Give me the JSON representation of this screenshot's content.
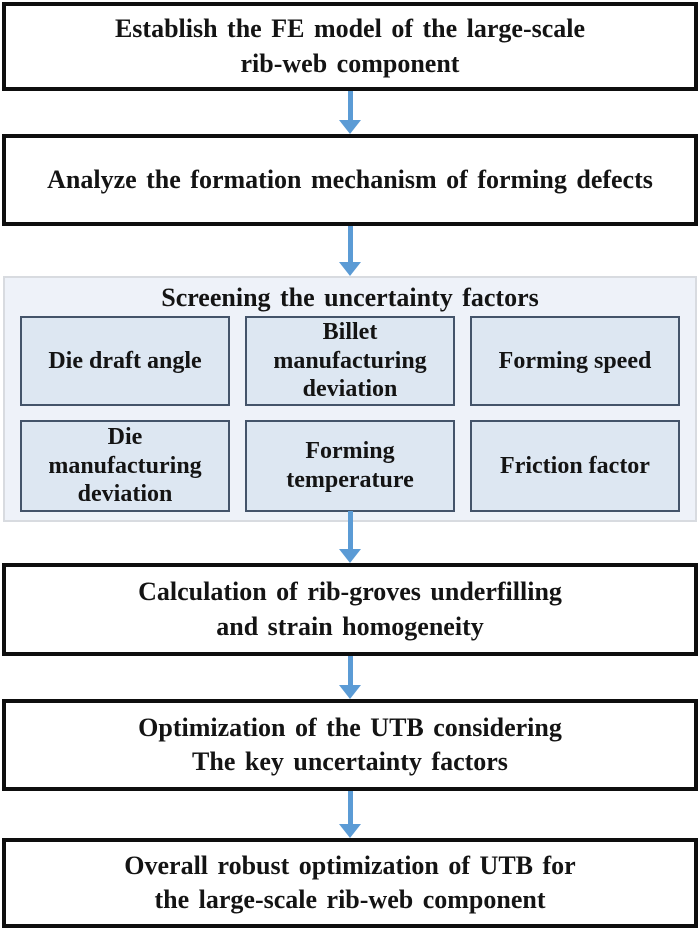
{
  "steps": [
    {
      "text": "Establish the FE model of the large-scale\nrib-web component"
    },
    {
      "text": "Analyze the formation mechanism of forming defects"
    },
    {
      "text": "Calculation of rib-groves underfilling\nand strain homogeneity"
    },
    {
      "text": "Optimization of the UTB considering\nThe key uncertainty factors"
    },
    {
      "text": "Overall robust optimization of UTB for\nthe large-scale rib-web component"
    }
  ],
  "panel": {
    "title": "Screening the uncertainty factors",
    "factors": [
      {
        "label": "Die draft angle"
      },
      {
        "label": "Billet\nmanufacturing\ndeviation"
      },
      {
        "label": "Forming speed"
      },
      {
        "label": "Die\nmanufacturing\ndeviation"
      },
      {
        "label": "Forming\ntemperature"
      },
      {
        "label": "Friction factor"
      }
    ]
  },
  "colors": {
    "arrow_color": "#5b9bd5",
    "box_border": "#0e0e0e",
    "panel_fill": "#eef2f9",
    "panel_border": "#d8dbe0",
    "factor_fill": "#dde7f2",
    "factor_border": "#44546a",
    "text_color": "#141414"
  }
}
